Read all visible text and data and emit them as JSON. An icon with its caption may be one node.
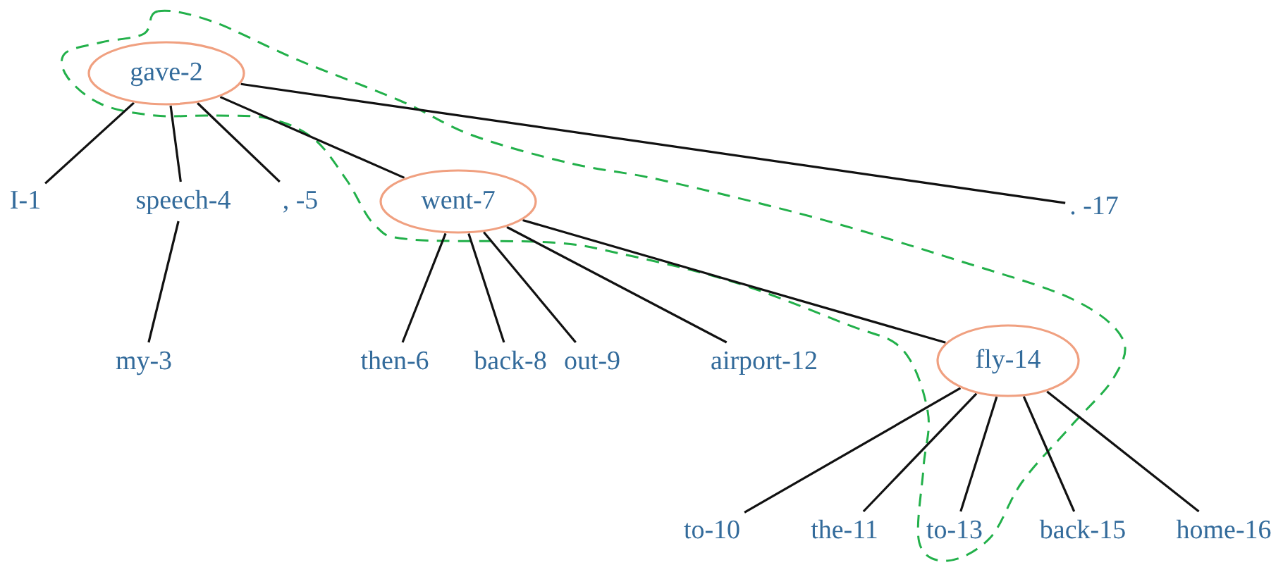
{
  "diagram": {
    "nodes": [
      {
        "text": [
          "gave-2"
        ]
      },
      {
        "text": [
          "I-1"
        ]
      },
      {
        "text": [
          "speech-4"
        ]
      },
      {
        "text": [
          ", -5"
        ]
      },
      {
        "text": [
          "went-7"
        ]
      },
      {
        "text": [
          ". -17"
        ]
      },
      {
        "text": [
          "my-3"
        ]
      },
      {
        "text": [
          "then-6"
        ]
      },
      {
        "text": [
          "back-8"
        ]
      },
      {
        "text": [
          "out-9"
        ]
      },
      {
        "text": [
          "airport-12"
        ]
      },
      {
        "text": [
          "fly-14"
        ]
      },
      {
        "text": [
          "to-10"
        ]
      },
      {
        "text": [
          "the-11"
        ]
      },
      {
        "text": [
          "to-13"
        ]
      },
      {
        "text": [
          "back-15"
        ]
      },
      {
        "text": [
          "home-16"
        ]
      }
    ],
    "edges": [
      {
        "from": 0,
        "to": 1,
        "arrow": "none"
      },
      {
        "from": 0,
        "to": 2,
        "arrow": "none"
      },
      {
        "from": 0,
        "to": 3,
        "arrow": "none"
      },
      {
        "from": 0,
        "to": 4,
        "arrow": "none"
      },
      {
        "from": 0,
        "to": 5,
        "arrow": "none"
      },
      {
        "from": 2,
        "to": 6,
        "arrow": "none"
      },
      {
        "from": 4,
        "to": 7,
        "arrow": "none"
      },
      {
        "from": 4,
        "to": 8,
        "arrow": "none"
      },
      {
        "from": 4,
        "to": 9,
        "arrow": "none"
      },
      {
        "from": 4,
        "to": 10,
        "arrow": "none"
      },
      {
        "from": 4,
        "to": 11,
        "arrow": "none"
      },
      {
        "from": 11,
        "to": 12,
        "arrow": "none"
      },
      {
        "from": 11,
        "to": 13,
        "arrow": "none"
      },
      {
        "from": 11,
        "to": 14,
        "arrow": "none"
      },
      {
        "from": 11,
        "to": 15,
        "arrow": "none"
      },
      {
        "from": 11,
        "to": 16,
        "arrow": "none"
      }
    ]
  }
}
